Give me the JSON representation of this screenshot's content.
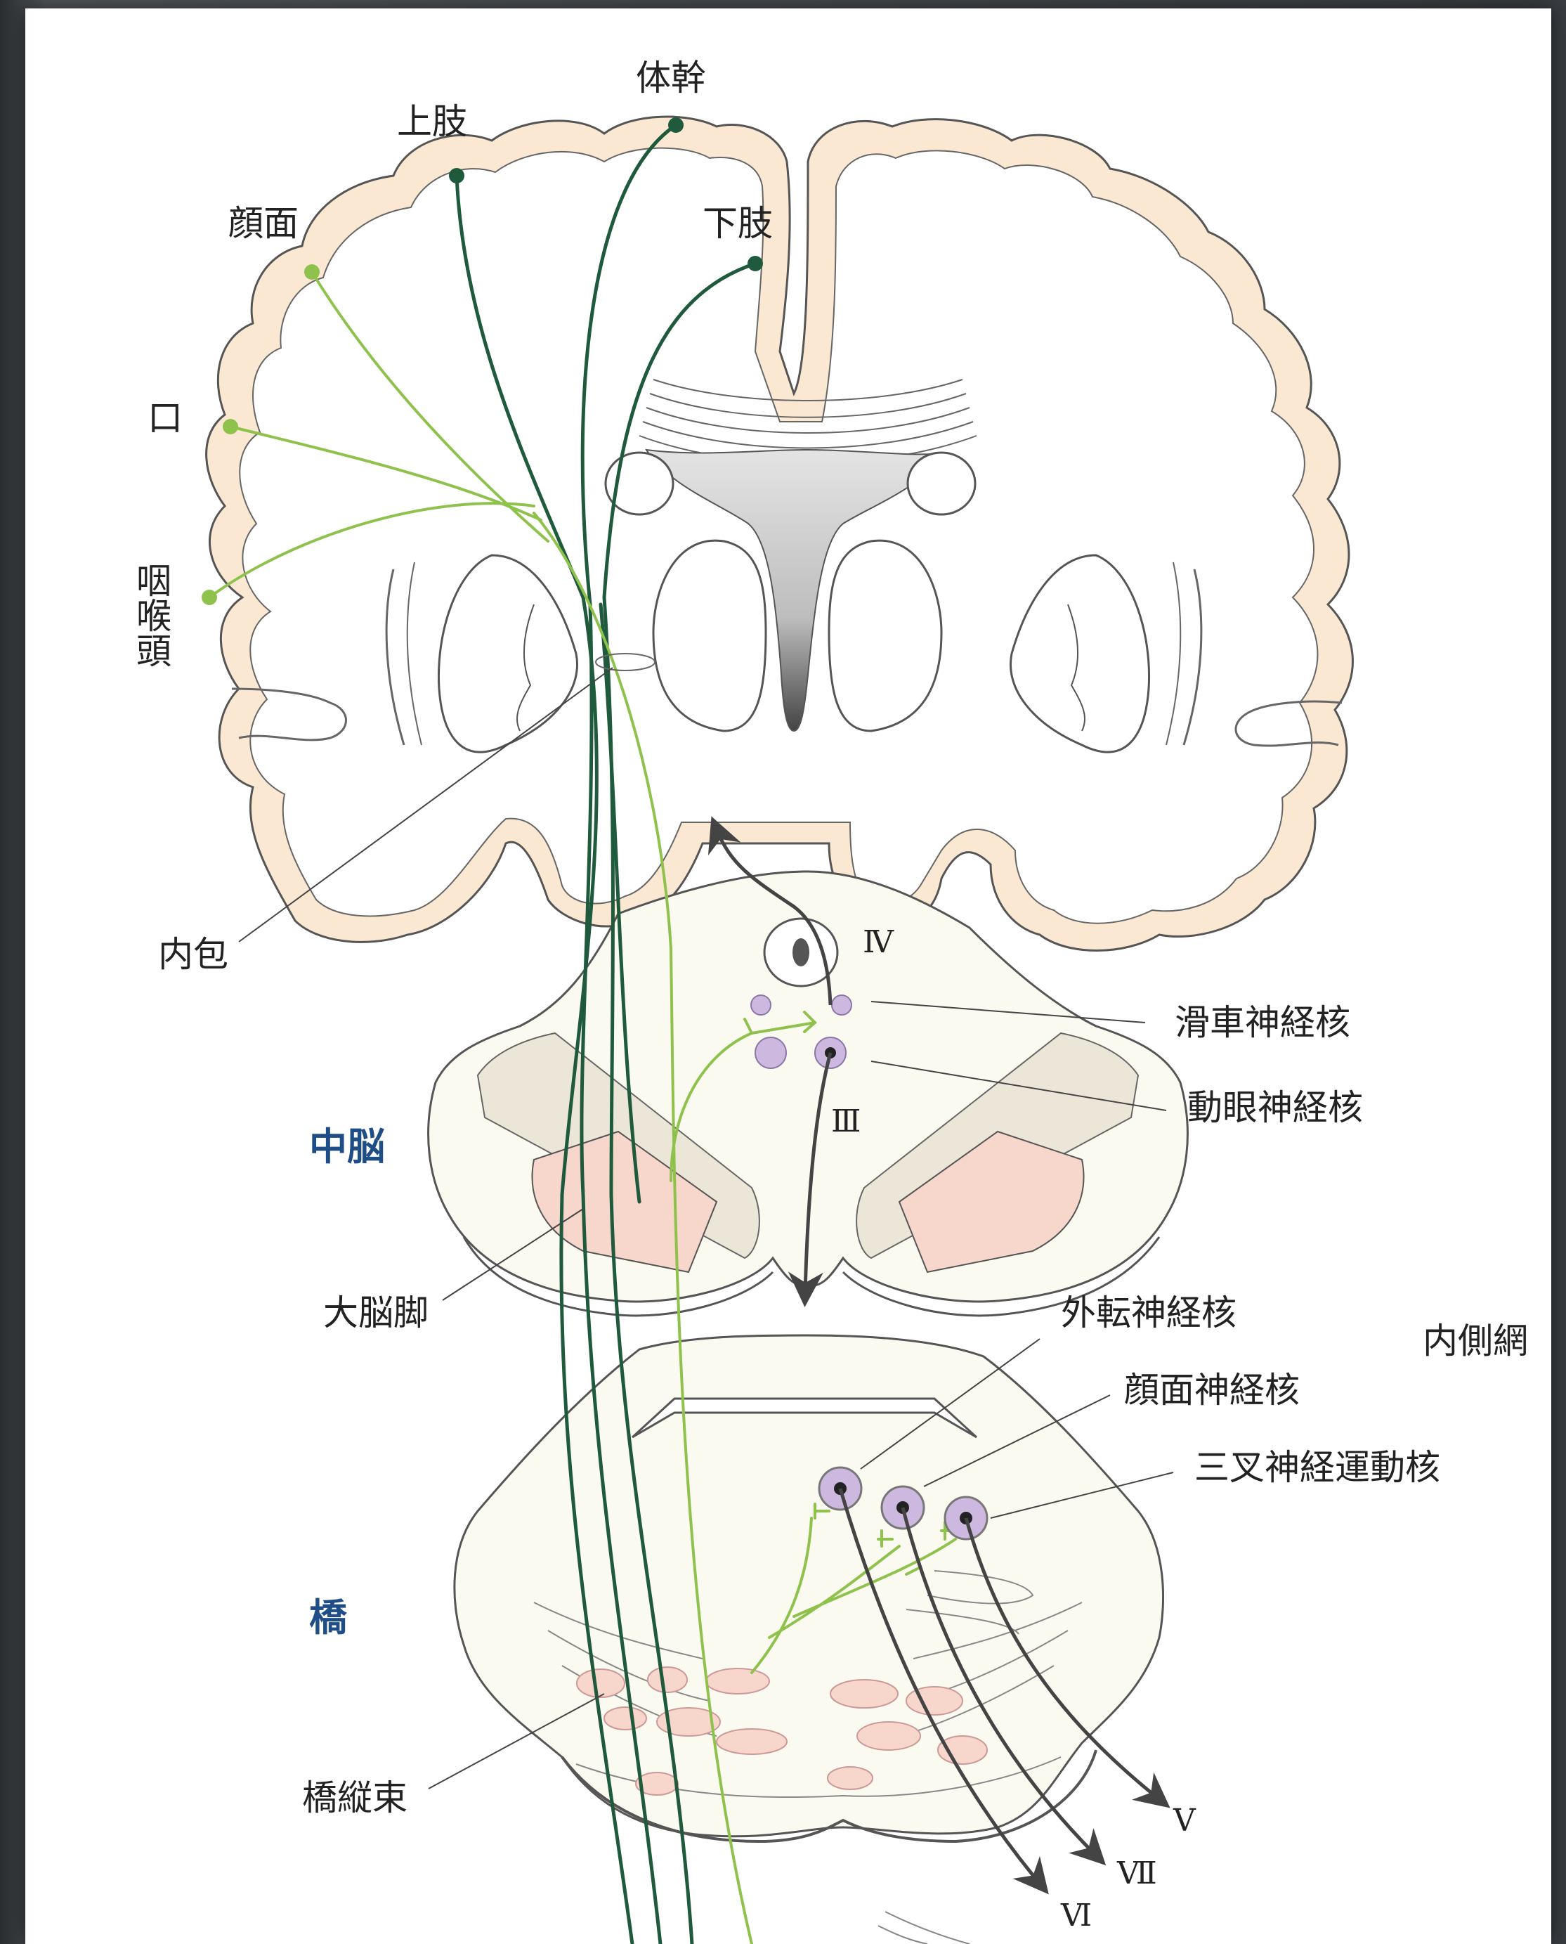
{
  "colors": {
    "cortex": "#fbe8d2",
    "outline": "#555555",
    "dark_fiber": "#1f5a3c",
    "light_fiber": "#8fc24d",
    "nucleus": "#cdb9e0",
    "peduncle": "#f7d6cc",
    "pons_fill": "#fbfaf0",
    "title_blue": "#1f4e86"
  },
  "labels": {
    "trunk": "体幹",
    "upper_limb": "上肢",
    "face": "顔面",
    "lower_limb": "下肢",
    "mouth": "口",
    "pharynx_larynx": "咽喉頭",
    "internal_capsule": "内包",
    "trochlear_nucleus": "滑車神経核",
    "oculomotor_nucleus": "動眼神経核",
    "midbrain": "中脳",
    "cerebral_peduncle": "大脳脚",
    "abducens_nucleus": "外転神経核",
    "medial_reticular": "内側網",
    "facial_nucleus": "顔面神経核",
    "trigeminal_motor_nucleus": "三叉神経運動核",
    "pons": "橋",
    "pontine_longitudinal_fasciculus": "橋縦束",
    "nerve_IV": "Ⅳ",
    "nerve_III": "Ⅲ",
    "nerve_V": "Ⅴ",
    "nerve_VII": "Ⅶ",
    "nerve_VI": "Ⅵ"
  }
}
